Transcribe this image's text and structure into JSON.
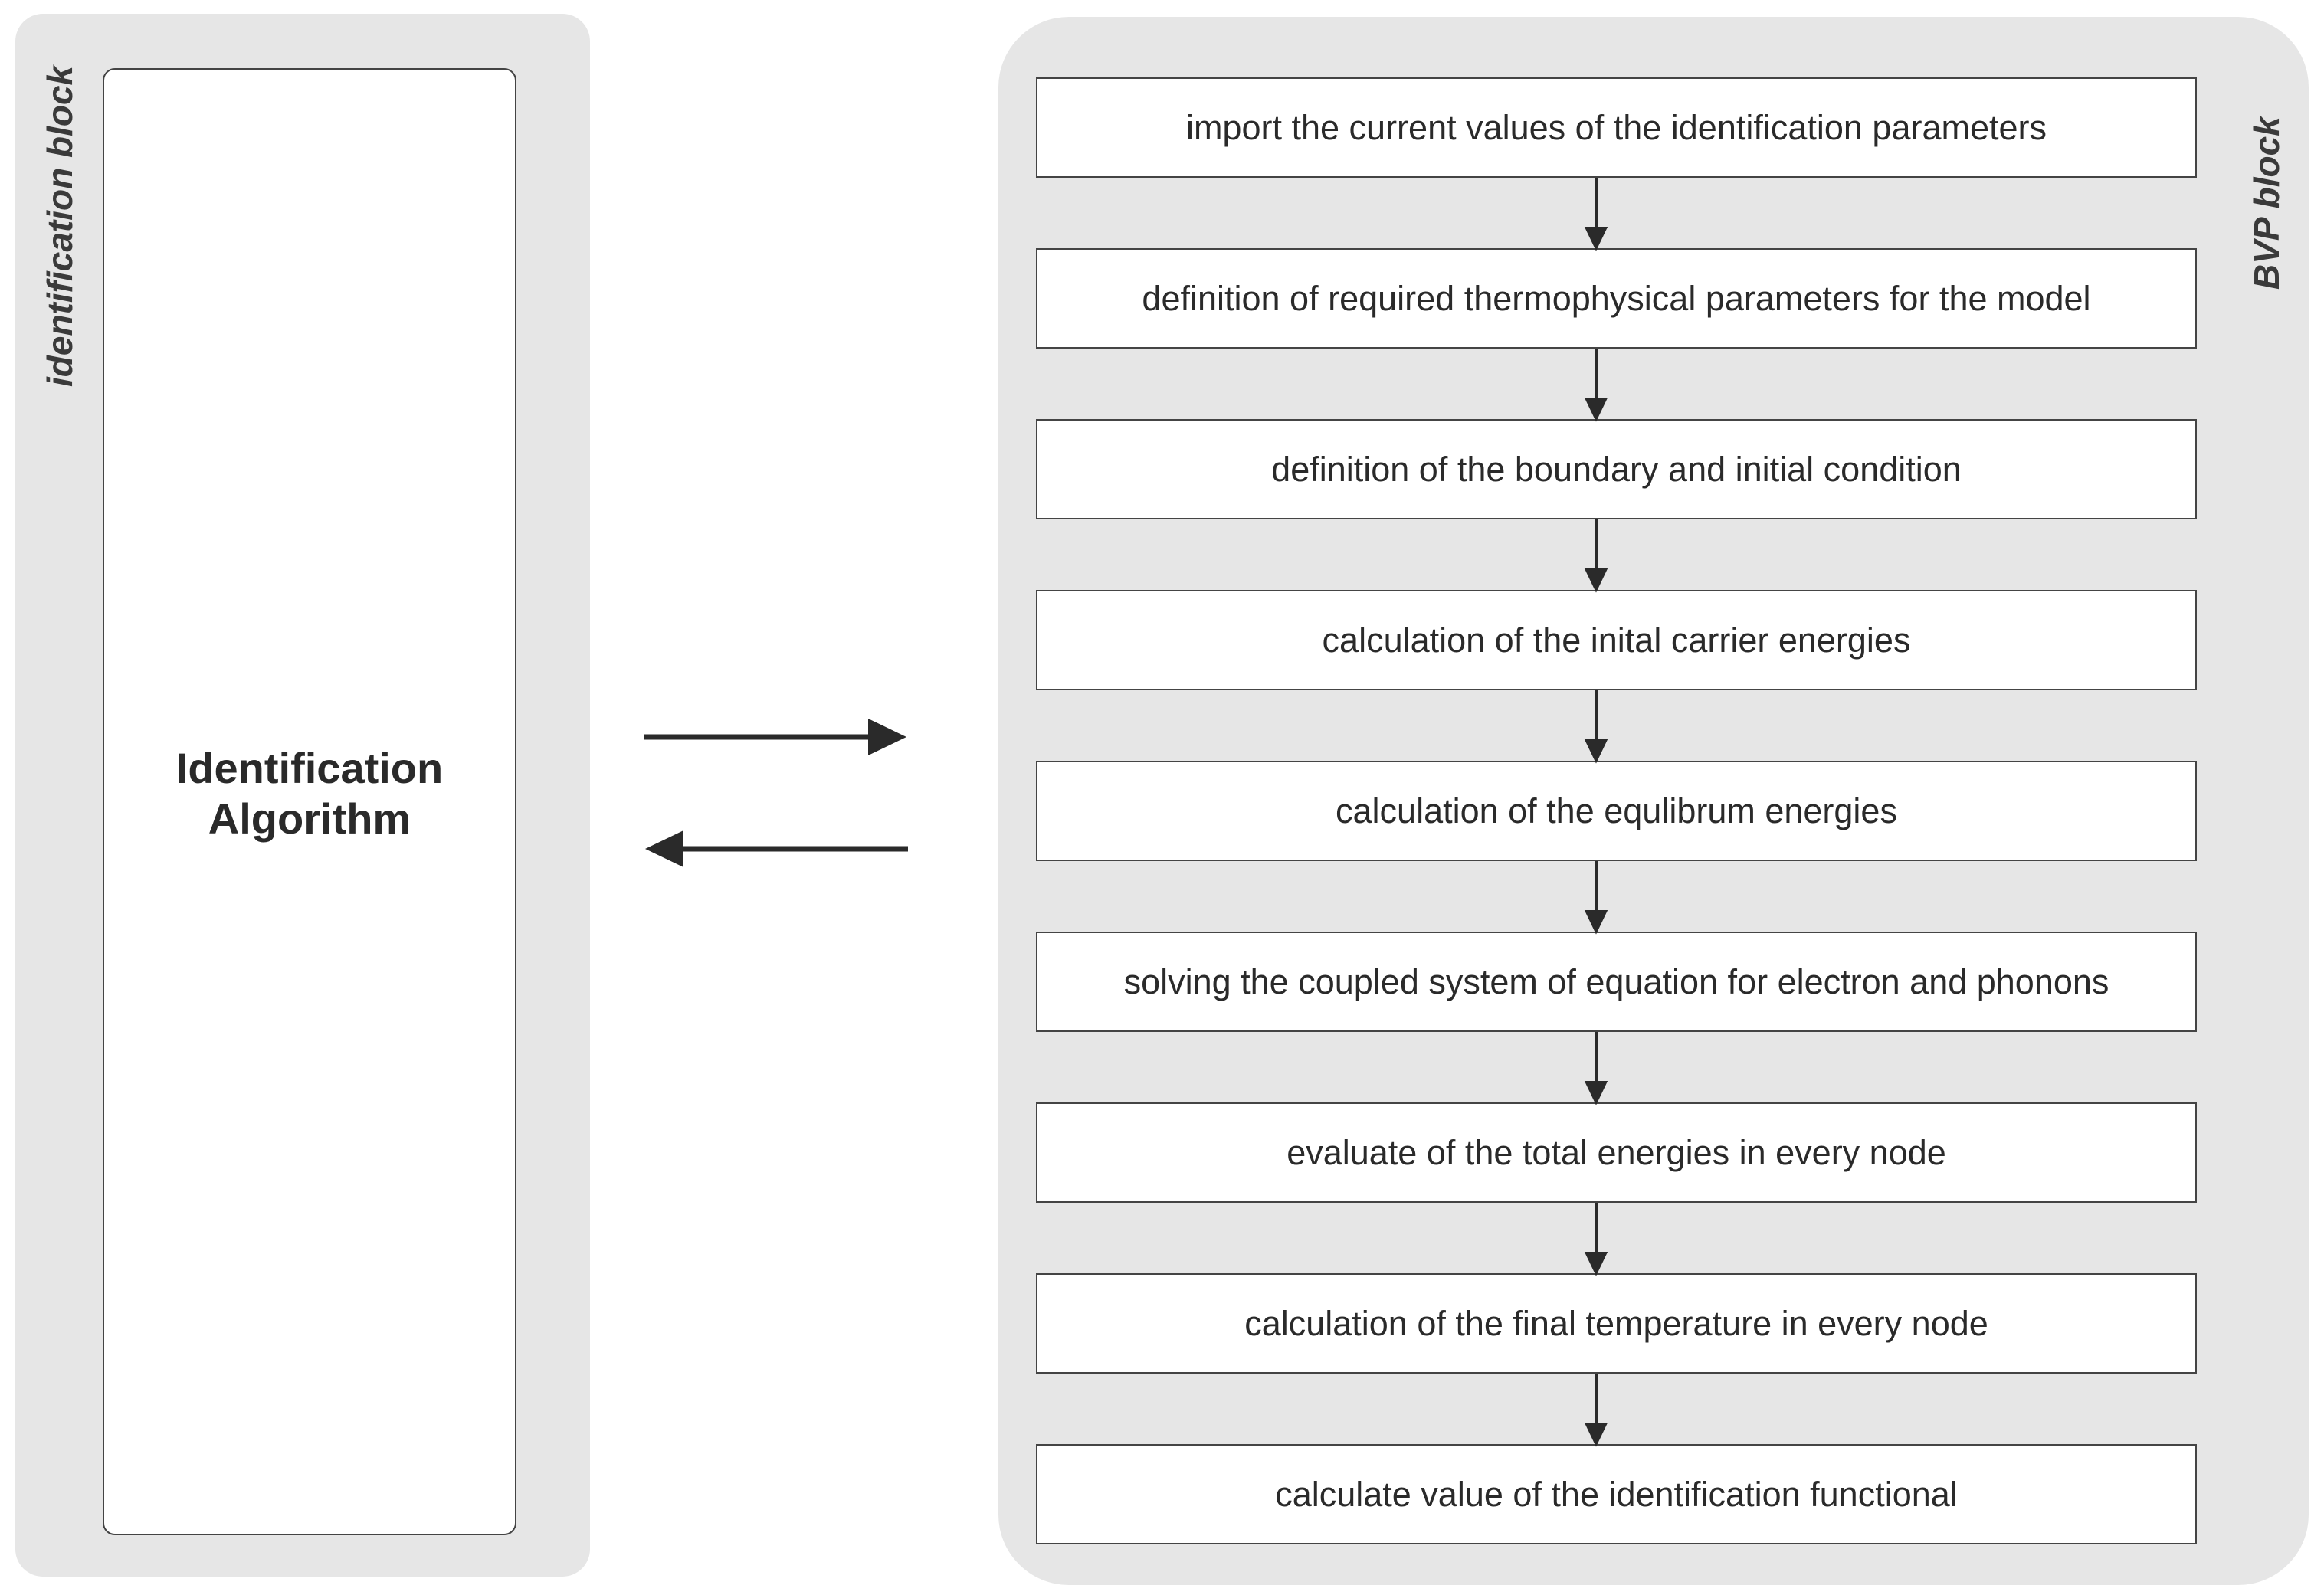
{
  "identification_block": {
    "label": "identification block",
    "algorithm_title": "Identification\nAlgorithm"
  },
  "bvp_block": {
    "label": "BVP block",
    "steps": [
      "import the current values of the identification parameters",
      "definition of required thermophysical parameters for the model",
      "definition of the boundary and initial condition",
      "calculation of the inital carrier energies",
      "calculation of the equlibrum energies",
      "solving the coupled system of equation for electron and phonons",
      "evaluate of the total energies in every node",
      "calculation of the final temperature in every node",
      "calculate value of the identification functional"
    ]
  },
  "colors": {
    "panel": "#e6e6e6",
    "box": "#ffffff",
    "stroke": "#444444",
    "arrow": "#2a2a2a"
  }
}
